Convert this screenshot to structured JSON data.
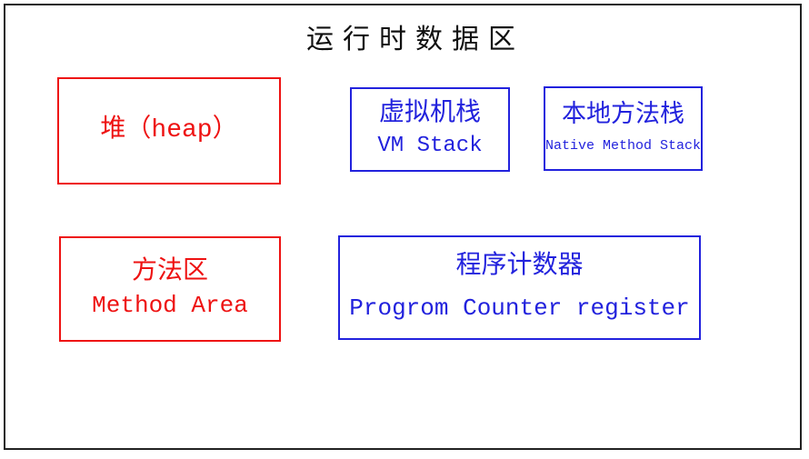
{
  "diagram": {
    "title": "运行时数据区",
    "boxes": {
      "heap": {
        "label_cn": "堆（heap）",
        "label_en": "",
        "color": "#ee1212"
      },
      "vm_stack": {
        "label_cn": "虚拟机栈",
        "label_en": "VM Stack",
        "color": "#2222dd"
      },
      "native_method_stack": {
        "label_cn": "本地方法栈",
        "label_en": "Native Method Stack",
        "color": "#2222dd"
      },
      "method_area": {
        "label_cn": "方法区",
        "label_en": "Method Area",
        "color": "#ee1212"
      },
      "pc_register": {
        "label_cn": "程序计数器",
        "label_en": "Progrom Counter register",
        "color": "#2222dd"
      }
    },
    "colors": {
      "red_accent": "#ee1212",
      "blue_accent": "#2222dd",
      "frame_border": "#222222",
      "background": "#ffffff",
      "title_text": "#111111"
    }
  }
}
